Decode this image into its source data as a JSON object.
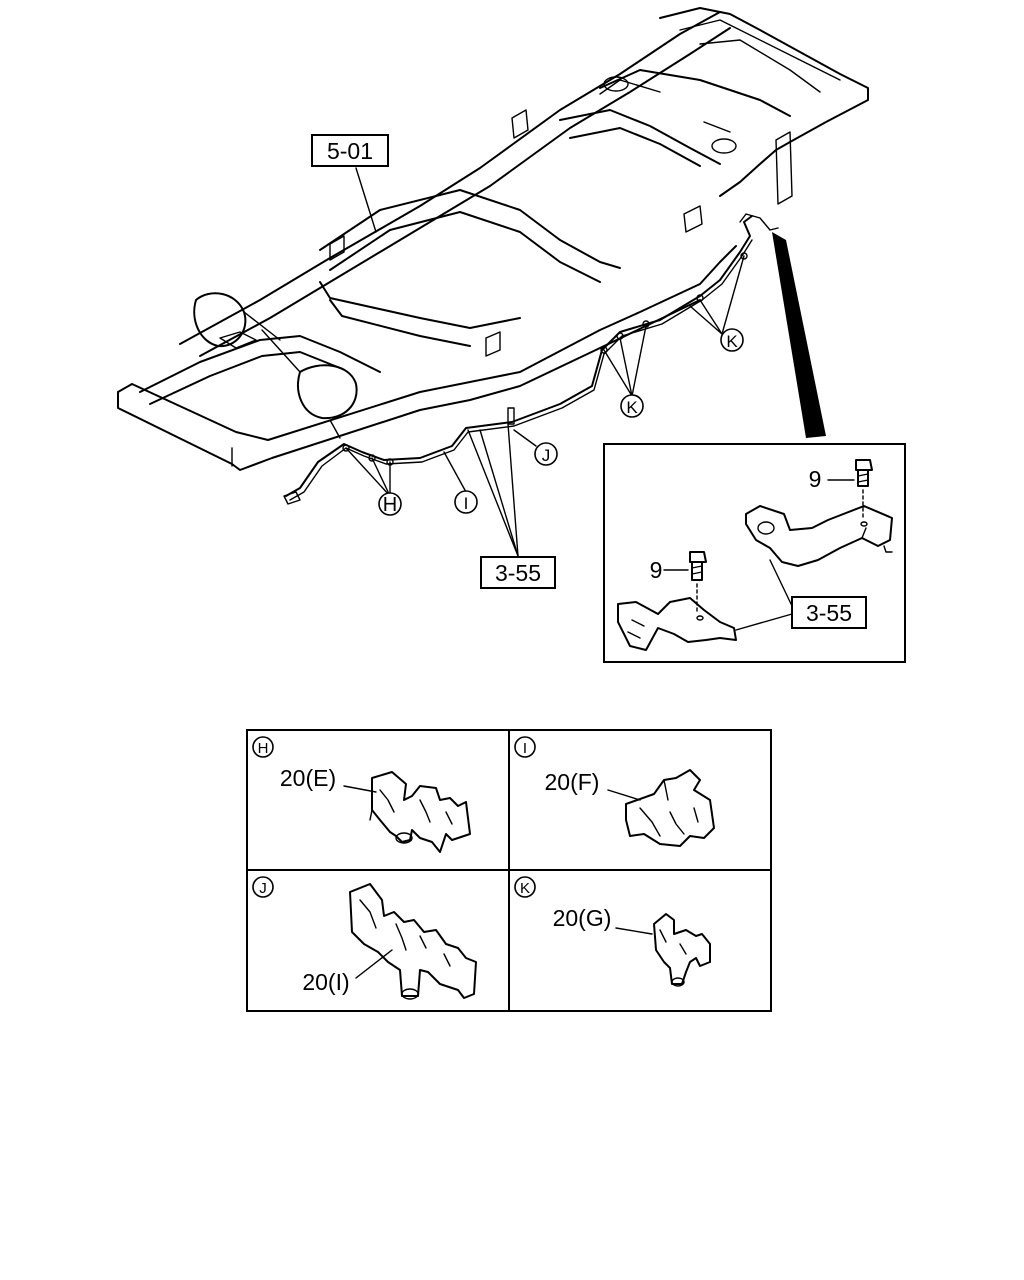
{
  "refs": {
    "frame": "5-01",
    "pipe_main": "3-55",
    "pipe_detail": "3-55"
  },
  "bolts": {
    "upper": "9",
    "lower": "9"
  },
  "markers": {
    "H": "H",
    "I": "I",
    "J": "J",
    "K_upper": "K",
    "K_lower": "K"
  },
  "clip_panels": [
    {
      "letter": "H",
      "part": "20(E)"
    },
    {
      "letter": "I",
      "part": "20(F)"
    },
    {
      "letter": "J",
      "part": "20(I)"
    },
    {
      "letter": "K",
      "part": "20(G)"
    }
  ]
}
